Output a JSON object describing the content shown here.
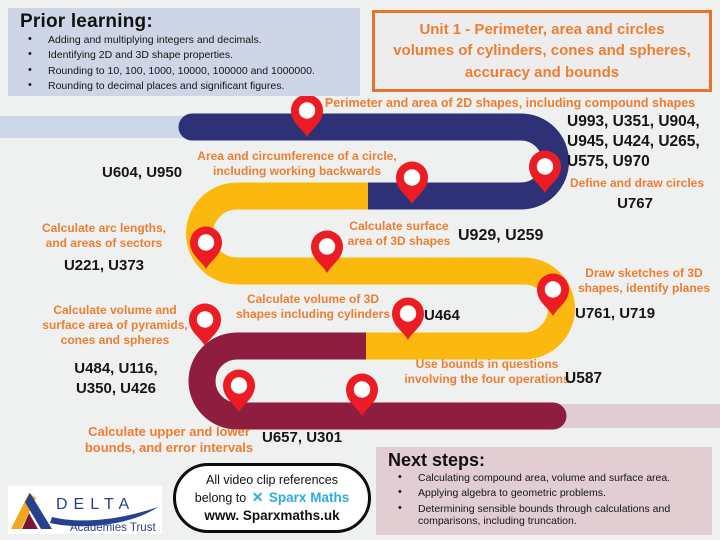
{
  "slide": {
    "background": "#eff1f0"
  },
  "prior_learning": {
    "title": "Prior learning:",
    "items": [
      "Adding and multiplying integers and decimals.",
      "Identifying 2D and 3D shape properties.",
      "Rounding to 10, 100, 1000, 10000, 100000 and 1000000.",
      "Rounding to decimal places and significant figures."
    ]
  },
  "unit_title": {
    "line1": "Unit 1 - Perimeter, area and circles",
    "line2": "volumes of cylinders, cones and spheres,",
    "line3": "accuracy and bounds"
  },
  "topics": [
    {
      "label": "Perimeter and area of 2D shapes, including compound shapes",
      "codes": "U993, U351, U904, U945, U424, U265, U575, U970"
    },
    {
      "label": "Area and circumference of a circle, including working backwards",
      "codes": "U604, U950"
    },
    {
      "label": "Define and draw circles",
      "codes": "U767"
    },
    {
      "label": "Calculate arc lengths, and areas of sectors",
      "codes": "U221, U373"
    },
    {
      "label": "Calculate surface area of 3D shapes",
      "codes": "U929, U259"
    },
    {
      "label": "Calculate volume of 3D shapes including cylinders",
      "codes": "U464"
    },
    {
      "label": "Draw sketches of 3D shapes, identify planes",
      "codes": "U761, U719"
    },
    {
      "label": "Calculate volume and surface area of pyramids, cones and spheres",
      "codes": "U484, U116, U350, U426"
    },
    {
      "label": "Use bounds in questions involving the four operations",
      "codes": "U587"
    },
    {
      "label": "Calculate upper and lower bounds, and error intervals",
      "codes": "U657, U301"
    }
  ],
  "video_note": {
    "line1": "All video clip references",
    "line2_prefix": "belong to",
    "brand": "Sparx Maths",
    "url": "www. Sparxmaths.uk"
  },
  "logo": {
    "name": "DELTA",
    "subtitle": "Academies Trust"
  },
  "next_steps": {
    "title": "Next steps:",
    "items": [
      "Calculating compound area, volume and surface area.",
      "Applying algebra to geometric problems.",
      "Determining sensible bounds through calculations and comparisons, including truncation."
    ]
  },
  "colors": {
    "road_navy": "#2e3176",
    "road_yellow": "#fbb80f",
    "road_maroon": "#8e1d3f",
    "road_fade_blue": "#ccd7e7",
    "road_fade_pink": "#e0ccd3",
    "pin_red": "#ec1c24",
    "accent_orange": "#ed7d31",
    "sparx_blue": "#2bace2"
  }
}
